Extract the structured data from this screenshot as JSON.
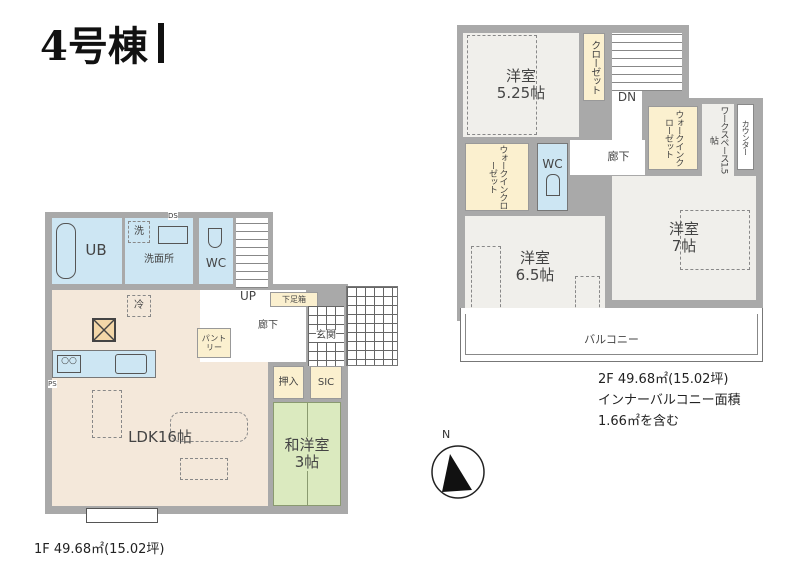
{
  "title": "4号棟",
  "floor1": {
    "rooms": {
      "ub": "UB",
      "washroom": "洗面所",
      "washer": "洗",
      "wc": "WC",
      "ldk": "LDK16帖",
      "fridge": "冷",
      "pantry": "パントリー",
      "hallway": "廊下",
      "up": "UP",
      "shoe_box": "下足箱",
      "entrance": "玄関",
      "closet": "押入",
      "sic": "SIC",
      "japanese_room": "和洋室",
      "japanese_room_size": "3帖",
      "ds": "DS",
      "ps": "PS"
    },
    "area_label": "1F 49.68㎡(15.02坪)"
  },
  "floor2": {
    "rooms": {
      "room_a": "洋室",
      "room_a_size": "5.25帖",
      "closet": "クローゼット",
      "dn": "DN",
      "wic_left": "ウォークインクローゼット",
      "wc": "WC",
      "hallway": "廊下",
      "wic_right": "ウォークインクローゼット",
      "workspace": "ワークスペース1.5帖",
      "counter": "カウンター",
      "room_b": "洋室",
      "room_b_size": "6.5帖",
      "room_c": "洋室",
      "room_c_size": "7帖",
      "balcony": "バルコニー"
    },
    "area_lines": [
      "2F 49.68㎡(15.02坪)",
      "インナーバルコニー面積",
      "1.66㎡を含む"
    ]
  },
  "compass": {
    "label": "N"
  }
}
